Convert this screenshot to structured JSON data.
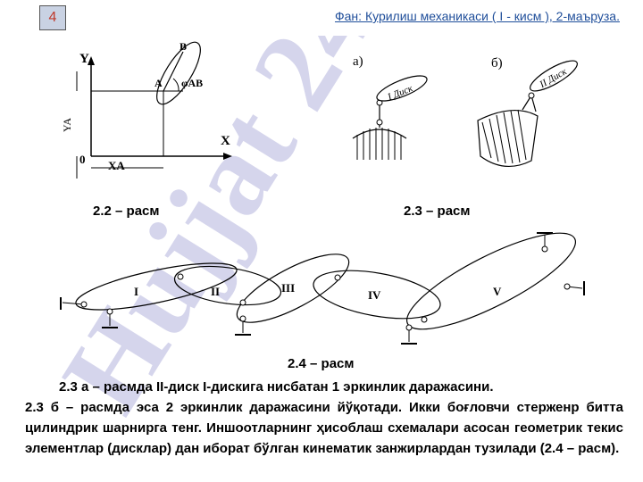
{
  "header": {
    "page_number": "4",
    "title": "Фан: Курилиш механикаси ( I - кисм ), 2-маъруза."
  },
  "watermark": {
    "text": "Hujjat 24",
    "color": "#b4b4dc"
  },
  "figure_2_2": {
    "caption": "2.2 – расм",
    "axis_x": "X",
    "axis_y": "Y",
    "origin": "0",
    "xa": "XA",
    "ya": "YA",
    "point_a": "A",
    "point_b": "B",
    "phi_ab": "φAB"
  },
  "figure_2_3": {
    "caption": "2.3 – расм",
    "label_a": "а)",
    "label_b": "б)",
    "disk1": "I Диск",
    "disk2": "II Диск"
  },
  "figure_2_4": {
    "caption": "2.4 – расм",
    "disks": [
      "I",
      "II",
      "III",
      "IV",
      "V"
    ]
  },
  "text": {
    "line1": "2.3 а – расмда II-диск I-дискига нисбатан 1 эркинлик даражасини.",
    "paragraph": "2.3 б – расмда эса 2 эркинлик даражасини йўқотади. Икки боғловчи стерженр битта цилиндрик шарнирга тенг. Иншоотларнинг ҳисоблаш схемалари асосан геометрик текис элементлар (дисклар) дан иборат бўлган кинематик занжирлардан тузилади (2.4 – расм)."
  }
}
